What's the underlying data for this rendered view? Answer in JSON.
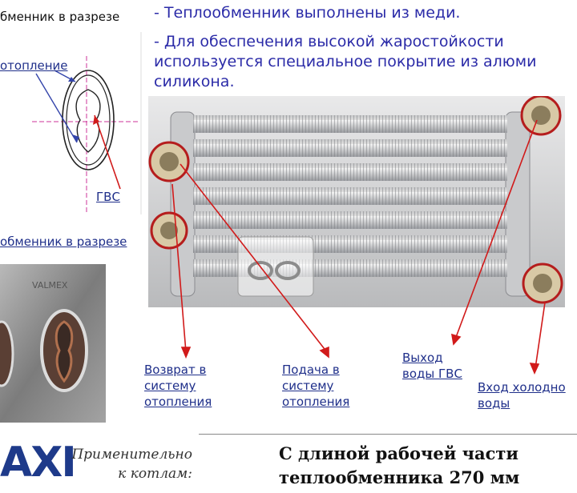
{
  "header": {
    "diagram_title": "бменник в разрезе"
  },
  "bullets": {
    "line1": "- Теплообменник выполнены из меди.",
    "line2": "- Для обеспечения высокой жаростойкости",
    "line3": "используется специальное покрытие из алюми",
    "line4": "силикона."
  },
  "diagram": {
    "label_heating": "отопление",
    "label_dhw": "ГВС"
  },
  "section2_title": "обменник в разрезе",
  "photo_section": {
    "stamp_text": "VALMEX"
  },
  "callouts": {
    "return_line1": "Возврат в",
    "return_line2": "систему",
    "return_line3": "отопления",
    "supply_line1": "Подача в",
    "supply_line2": "систему",
    "supply_line3": "отопления",
    "out_line1": "Выход",
    "out_line2": "воды ГВС",
    "in_line1": "Вход холодно",
    "in_line2": "воды"
  },
  "footer": {
    "brand": "AXI",
    "applic_line1": "Применительно",
    "applic_line2": "к котлам:",
    "title_line1": "С длиной рабочей части",
    "title_line2": "теплообменника 270 мм"
  },
  "colors": {
    "bullet_text": "#2b2ba8",
    "link_text": "#1f2f8a",
    "callout_arrow": "#d11a1a",
    "brand": "#1e3a8a"
  }
}
